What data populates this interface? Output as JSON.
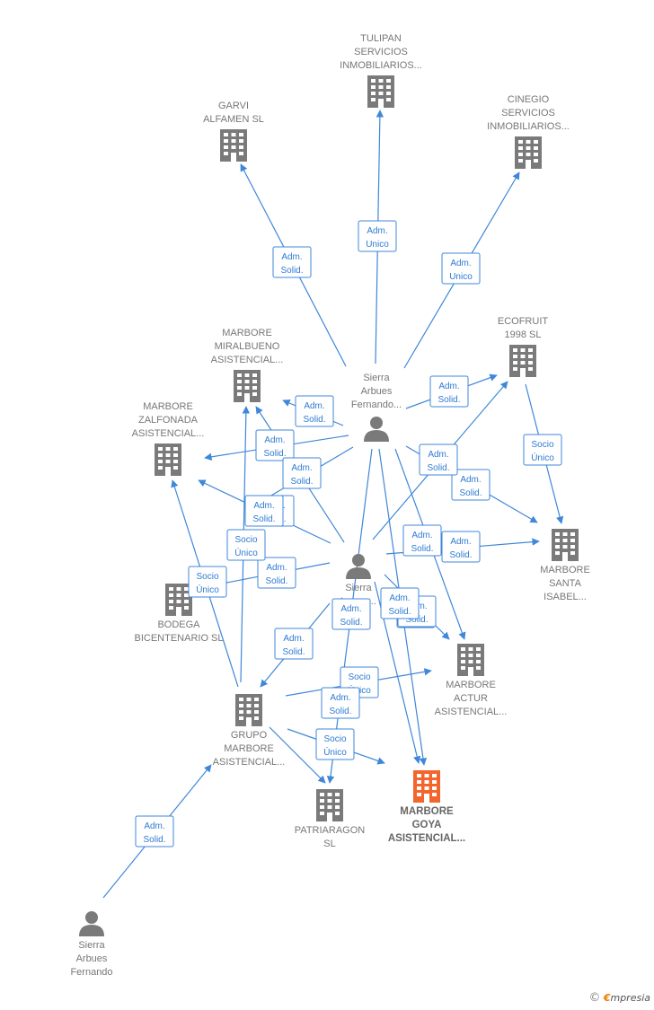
{
  "nodes": [
    {
      "id": "garvi",
      "type": "company",
      "lines": [
        "GARVI",
        "ALFAMEN SL"
      ]
    },
    {
      "id": "tulipan",
      "type": "company",
      "lines": [
        "TULIPAN",
        "SERVICIOS",
        "INMOBILIARIOS..."
      ]
    },
    {
      "id": "cinegio",
      "type": "company",
      "lines": [
        "CINEGIO",
        "SERVICIOS",
        "INMOBILIARIOS..."
      ]
    },
    {
      "id": "miralbueno",
      "type": "company",
      "lines": [
        "MARBORE",
        "MIRALBUENO",
        "ASISTENCIAL..."
      ]
    },
    {
      "id": "ecofruit",
      "type": "company",
      "lines": [
        "ECOFRUIT",
        "1998  SL"
      ]
    },
    {
      "id": "zalfonada",
      "type": "company",
      "lines": [
        "MARBORE",
        "ZALFONADA",
        "ASISTENCIAL..."
      ]
    },
    {
      "id": "sierra1",
      "type": "person",
      "lines": [
        "Sierra",
        "Arbues",
        "Fernando..."
      ]
    },
    {
      "id": "santaisabel",
      "type": "company",
      "lines": [
        "MARBORE",
        "SANTA",
        "ISABEL..."
      ]
    },
    {
      "id": "sierra2",
      "type": "person",
      "lines": [
        "Sierra",
        "L... ge..."
      ]
    },
    {
      "id": "bodega",
      "type": "company",
      "lines": [
        "BODEGA",
        "BICENTENARIO SL"
      ]
    },
    {
      "id": "actur",
      "type": "company",
      "lines": [
        "MARBORE",
        "ACTUR",
        "ASISTENCIAL..."
      ]
    },
    {
      "id": "grupo",
      "type": "company",
      "lines": [
        "GRUPO",
        "MARBORE",
        "ASISTENCIAL..."
      ]
    },
    {
      "id": "goya",
      "type": "company",
      "highlight": true,
      "lines": [
        "MARBORE",
        "GOYA",
        "ASISTENCIAL..."
      ]
    },
    {
      "id": "patriaragon",
      "type": "company",
      "lines": [
        "PATRIARAGON",
        "SL"
      ]
    },
    {
      "id": "sierra3",
      "type": "person",
      "lines": [
        "Sierra",
        "Arbues",
        "Fernando"
      ]
    }
  ],
  "edges": [
    {
      "from": "sierra1",
      "to": "garvi",
      "label": [
        "Adm.",
        "Solid."
      ]
    },
    {
      "from": "sierra1",
      "to": "tulipan",
      "label": [
        "Adm.",
        "Unico"
      ]
    },
    {
      "from": "sierra1",
      "to": "cinegio",
      "label": [
        "Adm.",
        "Unico"
      ]
    },
    {
      "from": "sierra1",
      "to": "ecofruit",
      "label": [
        "Adm.",
        "Solid."
      ]
    },
    {
      "from": "sierra1",
      "to": "miralbueno",
      "label": [
        "Adm.",
        "Solid."
      ]
    },
    {
      "from": "sierra1",
      "to": "zalfonada",
      "label": [
        "Adm.",
        "Solid."
      ]
    },
    {
      "from": "sierra1",
      "to": "bodega",
      "label": [
        "Adm.",
        "Solid."
      ]
    },
    {
      "from": "sierra1",
      "to": "santaisabel",
      "label": [
        "Adm.",
        "Solid."
      ]
    },
    {
      "from": "sierra1",
      "to": "actur",
      "label": [
        "Adm.",
        "Solid."
      ]
    },
    {
      "from": "sierra1",
      "to": "goya",
      "label": [
        "Adm.",
        "Solid."
      ]
    },
    {
      "from": "sierra1",
      "to": "patriaragon",
      "label": [
        "Adm.",
        "Solid."
      ]
    },
    {
      "from": "ecofruit",
      "to": "santaisabel",
      "label": [
        "Socio",
        "Único"
      ]
    },
    {
      "from": "sierra2",
      "to": "miralbueno",
      "label": [
        "Adm.",
        "Solid."
      ]
    },
    {
      "from": "sierra2",
      "to": "zalfonada",
      "label": [
        "Adm.",
        "Solid."
      ]
    },
    {
      "from": "sierra2",
      "to": "bodega",
      "label": [
        "Adm.",
        "Solid."
      ]
    },
    {
      "from": "sierra2",
      "to": "ecofruit",
      "label": [
        "Adm.",
        "Solid."
      ]
    },
    {
      "from": "sierra2",
      "to": "santaisabel",
      "label": [
        "Adm.",
        "Solid."
      ]
    },
    {
      "from": "sierra2",
      "to": "actur",
      "label": [
        "Adm.",
        "Solid."
      ]
    },
    {
      "from": "sierra2",
      "to": "grupo",
      "label": [
        "Adm.",
        "Solid."
      ]
    },
    {
      "from": "sierra2",
      "to": "goya",
      "label": [
        "Adm.",
        "Solid."
      ]
    },
    {
      "from": "grupo",
      "to": "miralbueno",
      "label": [
        "Socio",
        "Único"
      ]
    },
    {
      "from": "grupo",
      "to": "zalfonada",
      "label": [
        "Socio",
        "Único"
      ]
    },
    {
      "from": "grupo",
      "to": "actur",
      "label": [
        "Socio",
        "Único"
      ]
    },
    {
      "from": "grupo",
      "to": "goya",
      "label": [
        "Socio",
        "Único"
      ]
    },
    {
      "from": "grupo",
      "to": "patriaragon",
      "label": [
        "Adm.",
        "Solid."
      ]
    },
    {
      "from": "sierra3",
      "to": "grupo",
      "label": [
        "Adm.",
        "Solid."
      ]
    }
  ],
  "brand": {
    "copyright": "©",
    "e": "€",
    "rest": "mpresia"
  },
  "colors": {
    "edge": "#3f87d8",
    "node": "#7a7a7a",
    "highlight": "#f2662e"
  }
}
